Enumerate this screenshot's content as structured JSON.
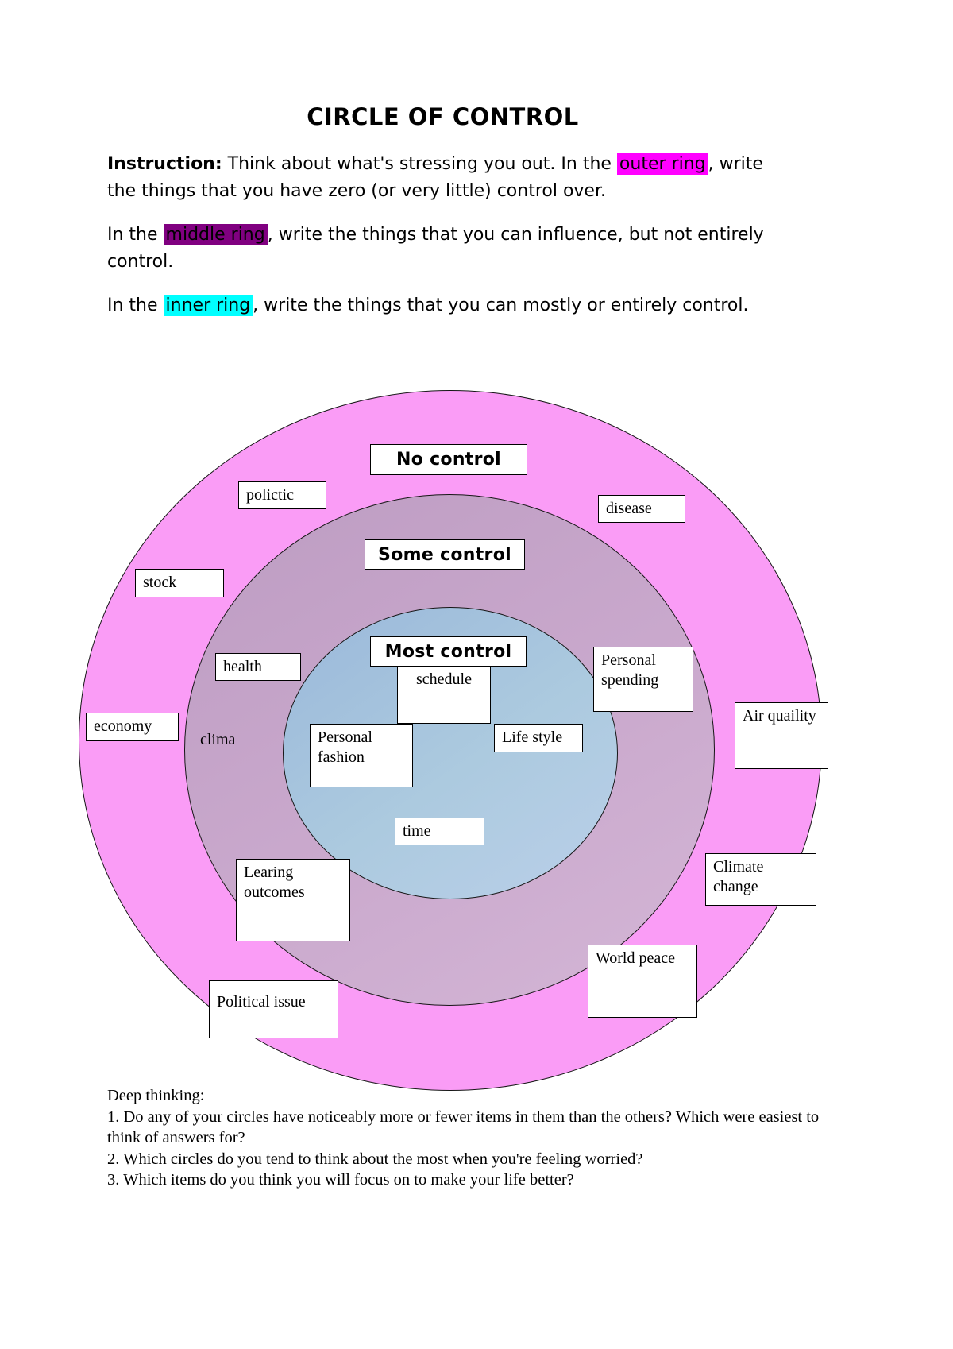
{
  "title": "CIRCLE OF CONTROL",
  "instructions": {
    "p1": {
      "label": "Instruction:",
      "before": " Think about what's stressing you out. In the ",
      "highlight": "outer ring",
      "after": ", write the things that you have zero (or very little) control over."
    },
    "p2": {
      "before": "In the ",
      "highlight": "middle ring",
      "after": ", write the things that you can influence, but not entirely control."
    },
    "p3": {
      "before": "In the ",
      "highlight": "inner ring",
      "after": ", write the things that you can mostly or entirely control."
    }
  },
  "colors": {
    "outer_ring_fill": "#fa9cf6",
    "middle_ring_fill": "#c8a6cb",
    "inner_ring_fill": "#a9c2e1",
    "outer_highlight": "#ff00ff",
    "middle_highlight": "#800080",
    "inner_highlight": "#00ffff"
  },
  "diagram": {
    "rings": {
      "outer": {
        "label": "No control"
      },
      "middle": {
        "label": "Some control"
      },
      "inner": {
        "label": "Most control"
      }
    },
    "items": {
      "politic": "polictic",
      "disease": "disease",
      "stock": "stock",
      "health": "health",
      "economy": "economy",
      "clima": "clima",
      "schedule": "schedule",
      "personal_spending": "Personal spending",
      "personal_fashion": "Personal fashion",
      "life_style": "Life style",
      "air_quality": "Air quaility",
      "time": "time",
      "learning_outcomes": "Learing outcomes",
      "climate_change": "Climate change",
      "world_peace": "World peace",
      "political_issue": "Political issue"
    }
  },
  "deep_thinking": {
    "heading": "Deep thinking:",
    "q1": "1. Do any of your circles have noticeably more or fewer items in them than the others? Which were easiest to think of answers for?",
    "q2": "2. Which circles do you tend to think about the most when you're feeling worried?",
    "q3": "3. Which items do you think you will focus on to make your life better?"
  }
}
